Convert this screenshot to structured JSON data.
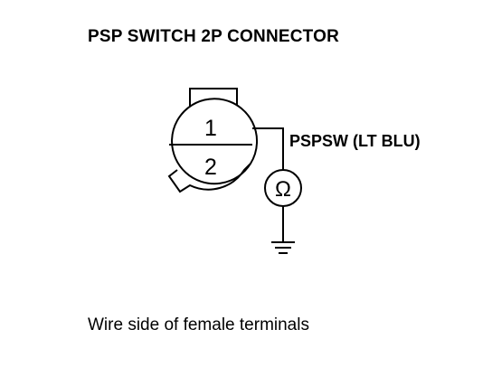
{
  "title": "PSP SWITCH 2P CONNECTOR",
  "connector": {
    "pins": [
      "1",
      "2"
    ]
  },
  "wire_label": "PSPSW (LT BLU)",
  "meter_symbol": "Ω",
  "caption": "Wire side of female terminals"
}
